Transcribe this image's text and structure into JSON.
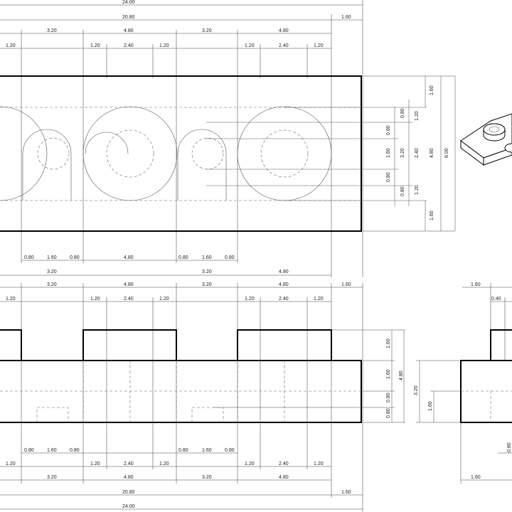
{
  "colors": {
    "line": "#000000",
    "thin": "#555555",
    "background": "#ffffff"
  },
  "top_view": {
    "overall_width": "24.00",
    "inner_width": "20.80",
    "end_offset": "1.60",
    "segments_top": [
      "3.20",
      "4.80",
      "3.20",
      "4.80"
    ],
    "stud_splits": [
      "1.20",
      "2.40",
      "1.20"
    ],
    "right_dims": [
      "1.60",
      "0.80",
      "1.20",
      "0.80",
      "1.60",
      "3.20",
      "2.40",
      "4.80",
      "8.00",
      "0.80",
      "1.20",
      "0.80",
      "1.60"
    ],
    "bottom_splits": [
      "0.80",
      "1.60",
      "0.80"
    ],
    "bottom_main": "4.80",
    "bottom_segments": [
      "3.20",
      "3.20",
      "4.80"
    ]
  },
  "front_view": {
    "overall_width": "24.00",
    "inner_width": "20.80",
    "end_offset": "1.60",
    "segments_top": [
      "3.20",
      "4.80",
      "3.20",
      "4.80"
    ],
    "stud_splits": [
      "1.20",
      "2.40",
      "1.20"
    ],
    "right_dims": [
      "1.60",
      "1.60",
      "4.80",
      "0.80",
      "0.80"
    ],
    "bottom_splits": [
      "0.80",
      "1.60",
      "0.80"
    ],
    "bottom_tiny": "1.20",
    "bottom_segments": [
      "3.20",
      "4.80",
      "3.20",
      "4.80"
    ],
    "bottom_end": "1.60"
  },
  "side_view": {
    "top_left": "1.60",
    "top_inner": "0.40",
    "left_dims": [
      "3.20",
      "1.60"
    ],
    "bottom_tiny": "0.80",
    "bottom_left": "1.60"
  }
}
